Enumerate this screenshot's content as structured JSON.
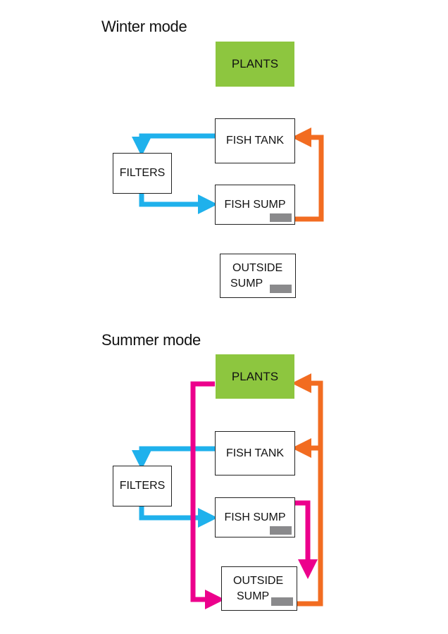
{
  "winter": {
    "title": "Winter mode",
    "plants": "PLANTS",
    "fish_tank": "FISH TANK",
    "filters": "FILTERS",
    "fish_sump": "FISH SUMP",
    "outside_sump_line1": "OUTSIDE",
    "outside_sump_line2": "SUMP"
  },
  "summer": {
    "title": "Summer mode",
    "plants": "PLANTS",
    "fish_tank": "FISH TANK",
    "filters": "FILTERS",
    "fish_sump": "FISH SUMP",
    "outside_sump_line1": "OUTSIDE",
    "outside_sump_line2": "SUMP"
  },
  "colors": {
    "blue": "#1fb1ec",
    "orange": "#f26c21",
    "magenta": "#ec008c",
    "plants_green": "#8dc63f",
    "pump_gray": "#8a8a8c"
  }
}
